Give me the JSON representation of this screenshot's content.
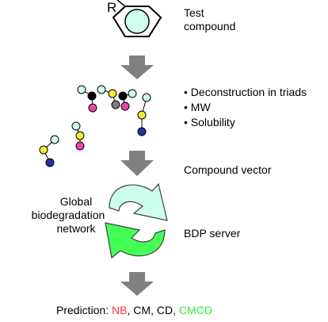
{
  "compound": {
    "r_label": "R",
    "caption": [
      "Test",
      "compound"
    ]
  },
  "deconstruction": {
    "bullets": [
      "Deconstruction in triads",
      "MW",
      "Solubility"
    ]
  },
  "vector_label": "Compound vector",
  "network_label": [
    "Global",
    "biodegradation",
    "network"
  ],
  "server_label": "BDP server",
  "prediction": {
    "prefix": "Prediction: ",
    "classes": [
      {
        "text": "NB",
        "color": "#ff3344"
      },
      {
        "text": ", ",
        "color": "#000000"
      },
      {
        "text": "CM",
        "color": "#000000"
      },
      {
        "text": ", ",
        "color": "#000000"
      },
      {
        "text": "CD",
        "color": "#000000"
      },
      {
        "text": ", ",
        "color": "#000000"
      },
      {
        "text": "CMCD",
        "color": "#33ee33"
      }
    ]
  },
  "colors": {
    "ring_fill": "#ccffee",
    "arrow_gray": "#808080",
    "cycle_top": "#ccfff0",
    "cycle_bottom": "#44ff55",
    "atom_cyan": "#ccffee",
    "atom_black": "#000000",
    "atom_magenta": "#ee44aa",
    "atom_gray": "#808080",
    "atom_yellow": "#eeee33",
    "atom_blue": "#2233aa"
  }
}
